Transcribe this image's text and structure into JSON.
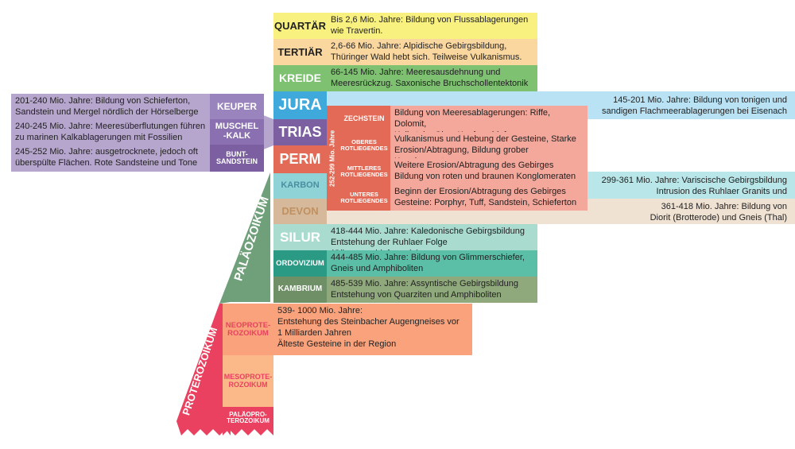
{
  "colors": {
    "quartaer": "#f9f17f",
    "tertiaer": "#fbd7a0",
    "kreide": "#7dc171",
    "jura": "#3fa9dc",
    "jura_desc": "#b9e3f5",
    "trias": "#7b5fa0",
    "trias_desc": "#b6a5cd",
    "perm": "#e26a56",
    "perm_desc": "#f4a79b",
    "karbon": "#8fd3d6",
    "devon": "#d5b99a",
    "silur": "#a9dccf",
    "ordovizium": "#2a9a84",
    "kambrium": "#8fa97c",
    "palaeozoikum": "#6fa07a",
    "proterozoikum": "#e9415f",
    "neoproterozoikum": "#f9a27c",
    "mesoproterozoikum": "#fbb98a",
    "palaeoproterozoikum": "#e9415f"
  },
  "periods": {
    "quartaer": {
      "label": "QUARTÄR",
      "desc": "Bis 2,6 Mio. Jahre: Bildung von Flussablagerungen\nwie Travertin."
    },
    "tertiaer": {
      "label": "TERTIÄR",
      "desc": "2,6-66 Mio. Jahre: Alpidische Gebirgsbildung,\nThüringer Wald hebt sich. Teilweise Vulkanismus."
    },
    "kreide": {
      "label": "KREIDE",
      "desc": "66-145 Mio. Jahre: Meeresausdehnung und\nMeeresrückzug. Saxonische Bruchschollentektonik"
    },
    "jura": {
      "label": "JURA",
      "desc": "145-201 Mio. Jahre: Bildung von tonigen und\nsandigen Flachmeerablagerungen bei Eisenach"
    },
    "trias": {
      "label": "TRIAS"
    },
    "perm": {
      "label": "PERM",
      "age": "252-299 Mio. Jahre"
    },
    "karbon": {
      "label": "KARBON",
      "desc": "299-361 Mio. Jahre: Variscische Gebirgsbildung\nIntrusion des Ruhlaer Granits und Steinkohlebildung"
    },
    "devon": {
      "label": "DEVON",
      "desc": "361-418 Mio. Jahre: Bildung von\nDiorit (Brotterode) und Gneis (Thal)"
    },
    "silur": {
      "label": "SILUR",
      "desc": "418-444 Mio. Jahre: Kaledonische Gebirgsbildung\nEntstehung der Ruhlaer Folge (Glimmerschieferserie)"
    },
    "ordovizium": {
      "label": "ORDOVIZIUM",
      "desc": "444-485 Mio. Jahre: Bildung von Glimmerschiefer,\nGneis und Amphiboliten"
    },
    "kambrium": {
      "label": "KAMBRIUM",
      "desc": "485-539 Mio. Jahre: Assyntische Gebirgsbildung\nEntstehung von Quarziten und Amphiboliten"
    }
  },
  "trias_sub": [
    {
      "label": "KEUPER",
      "desc": "201-240 Mio. Jahre: Bildung von Schieferton,\nSandstein und Mergel nördlich der Hörselberge"
    },
    {
      "label": "MUSCHEL\n-KALK",
      "desc": "240-245 Mio. Jahre: Meeresüberflutungen führen\nzu marinen Kalkablagerungen mit Fossilien"
    },
    {
      "label": "BUNT-\nSANDSTEIN",
      "desc": "245-252 Mio. Jahre: ausgetrocknete, jedoch oft\nüberspülte Flächen. Rote Sandsteine und Tone"
    }
  ],
  "perm_sub": [
    {
      "label": "ZECHSTEIN",
      "desc": "Bildung von Meeresablagerungen: Riffe, Dolomit,\nKalkstein, Gips, Kupferschiefer"
    },
    {
      "label": "OBERES\nROTLIEGENDES",
      "desc": "Vulkanismus und Hebung der Gesteine, Starke\nErosion/Abtragung, Bildung grober Konglomerate"
    },
    {
      "label": "MITTLERES\nROTLIEGENDES",
      "desc": "Weitere Erosion/Abtragung des Gebirges\nBildung von roten und braunen Konglomeraten"
    },
    {
      "label": "UNTERES\nROTLIEGENDES",
      "desc": "Beginn der Erosion/Abtragung des Gebirges\nGesteine: Porphyr, Tuff, Sandstein, Schieferton"
    }
  ],
  "eras": {
    "palaeozoikum": "PALÄOZOIKUM",
    "proterozoikum": "PROTEROZOIKUM"
  },
  "proterozoic": {
    "neo": {
      "label": "NEOPROTE-\nROZOIKUM",
      "desc": "539- 1000 Mio. Jahre:\nEntstehung des Steinbacher Augengneises vor\n1 Milliarden Jahren\nÄlteste Gesteine in der Region"
    },
    "meso": {
      "label": "MESOPROTE-\nROZOIKUM"
    },
    "palaeo": {
      "label": "PALÄOPRO-\nTEROZOIKUM"
    }
  }
}
